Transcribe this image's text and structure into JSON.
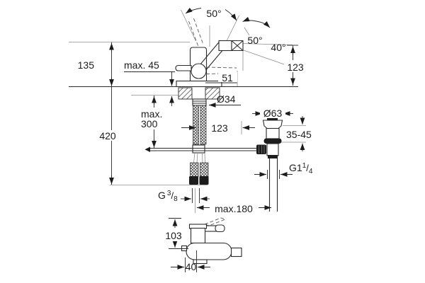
{
  "drawing": {
    "title": "bidet-mixer-installation-drawing",
    "labels": {
      "angle_spout_left": "50°",
      "angle_spout_right": "50°",
      "angle_spout_tilt": "40°",
      "spout_outlet_height": "123",
      "body_height": "135",
      "deck_thickness_max": "max. 45",
      "nozzle_length": "51",
      "hole_diameter": "Ø34",
      "rod_max_line1": "max.",
      "rod_max_line2": "300",
      "overall_height": "420",
      "spout_reach": "123",
      "waste_flange_diameter": "Ø63",
      "waste_deck_range": "35-45",
      "max_reach": "max.180",
      "side_height": "103",
      "side_depth": "40",
      "waste_thread": {
        "base": "G1",
        "num": "1",
        "slash": "/",
        "den": "4"
      },
      "supply_thread": {
        "base": "G",
        "num": "3",
        "slash": "/",
        "den": "8"
      }
    }
  }
}
